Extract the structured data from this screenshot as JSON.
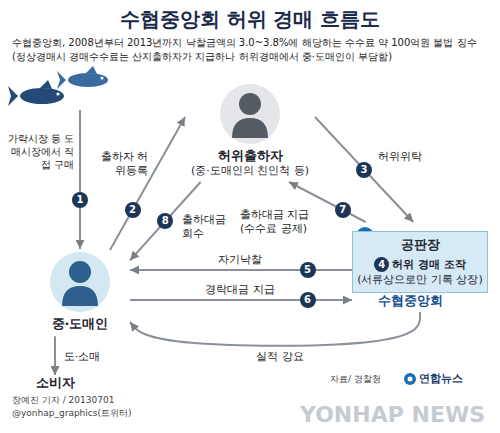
{
  "diagram": {
    "title": "수협중앙회 허위 경매 흐름도",
    "nodes": [
      {
        "text": [
          "허위출하자",
          "(중·도매인의 친인척 등)"
        ]
      },
      {
        "text": [
          "중·도매인"
        ]
      },
      {
        "text": [
          "수협중앙회",
          "공판장",
          "4",
          "허위 경매 조작",
          "(서류상으로만 기록 상장)"
        ]
      },
      {
        "text": [
          "소비자"
        ]
      }
    ],
    "edges": [
      {
        "from": 1,
        "to": 0,
        "label": "출하자 허위등록",
        "arrow": "to"
      },
      {
        "from": 0,
        "to": 1,
        "label": "출하대금 회수",
        "arrow": "to"
      },
      {
        "from": 0,
        "to": 2,
        "label": "허위위탁",
        "arrow": "to"
      },
      {
        "from": 2,
        "to": 0,
        "label": "출하대금 지급 (수수료 공제)",
        "arrow": "to"
      },
      {
        "from": 2,
        "to": 1,
        "label": "자기낙찰",
        "arrow": "to"
      },
      {
        "from": 1,
        "to": 2,
        "label": "경락대금 지급",
        "arrow": "to"
      },
      {
        "from": 2,
        "to": 1,
        "label": "실적 강요",
        "arrow": "to"
      },
      {
        "from": 1,
        "to": 3,
        "label": "도·소매",
        "arrow": "to"
      }
    ],
    "labels": [
      "수협중앙회, 2008년부터 2013년까지 낙찰금액의 3.0~3.8%에 해당하는 수수료 약 100억원 불법 징수",
      "(정상경매시 경매수수료는 산지출하자가 지급하나 허위경매에서 중·도매인이 부담함)",
      "가락시장 등 도매시장에서 직접 구매",
      "1",
      "2",
      "3",
      "5",
      "6",
      "7",
      "8",
      "장예진 기자 / 20130701",
      "@yonhap_graphics(트위터)",
      "자료/ 경찰청",
      "연합뉴스",
      "YONHAP NEWS"
    ]
  }
}
